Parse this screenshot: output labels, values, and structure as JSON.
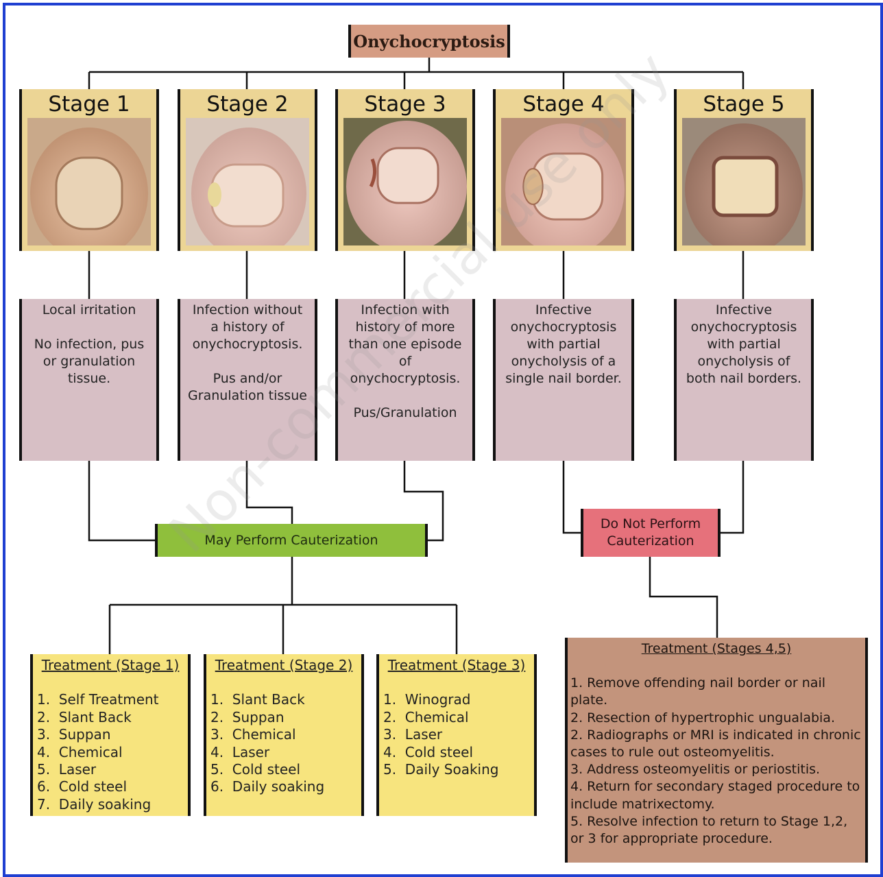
{
  "title": "Onychocryptosis",
  "watermark": "Non-commercial use only",
  "stages": [
    {
      "label": "Stage 1",
      "description": "Local irritation\n\nNo infection, pus\nor granulation\ntissue."
    },
    {
      "label": "Stage 2",
      "description": "Infection without\na history of\nonychocryptosis.\n\nPus and/or\nGranulation tissue"
    },
    {
      "label": "Stage 3",
      "description": "Infection with\nhistory of more\nthan one episode\nof\nonychocryptosis.\n\nPus/Granulation"
    },
    {
      "label": "Stage 4",
      "description": "Infective\nonychocryptosis\nwith partial\nonycholysis of a\nsingle nail border."
    },
    {
      "label": "Stage 5",
      "description": "Infective\nonychocryptosis\nwith partial\nonycholysis of\nboth nail borders."
    }
  ],
  "may_cauterize": "May Perform Cauterization",
  "do_not_cauterize": "Do Not Perform\nCauterization",
  "treatments": [
    {
      "title": "Treatment (Stage 1)",
      "items": [
        "1.  Self Treatment",
        "2.  Slant Back",
        "3.  Suppan",
        "4.  Chemical",
        "5.  Laser",
        "6.  Cold steel",
        "7.  Daily soaking"
      ]
    },
    {
      "title": "Treatment (Stage 2)",
      "items": [
        "1.  Slant Back",
        "2.  Suppan",
        "3.  Chemical",
        "4.  Laser",
        "5.  Cold steel",
        "6.  Daily soaking"
      ]
    },
    {
      "title": "Treatment (Stage 3)",
      "items": [
        "1.  Winograd",
        "2.  Chemical",
        "3.  Laser",
        "4.  Cold steel",
        "5.  Daily Soaking"
      ]
    }
  ],
  "treatment_45": {
    "title": "Treatment (Stages 4,5)",
    "items": [
      "1.  Remove offending nail border or nail plate.",
      "2.  Resection of hypertrophic ungualabia.",
      "2.  Radiographs or MRI is indicated in chronic  cases to rule out osteomyelitis.",
      "3.  Address osteomyelitis or periostitis.",
      "4.  Return for secondary staged procedure to include matrixectomy.",
      "5.  Resolve infection to return to Stage 1,2, or 3 for appropriate procedure."
    ]
  }
}
